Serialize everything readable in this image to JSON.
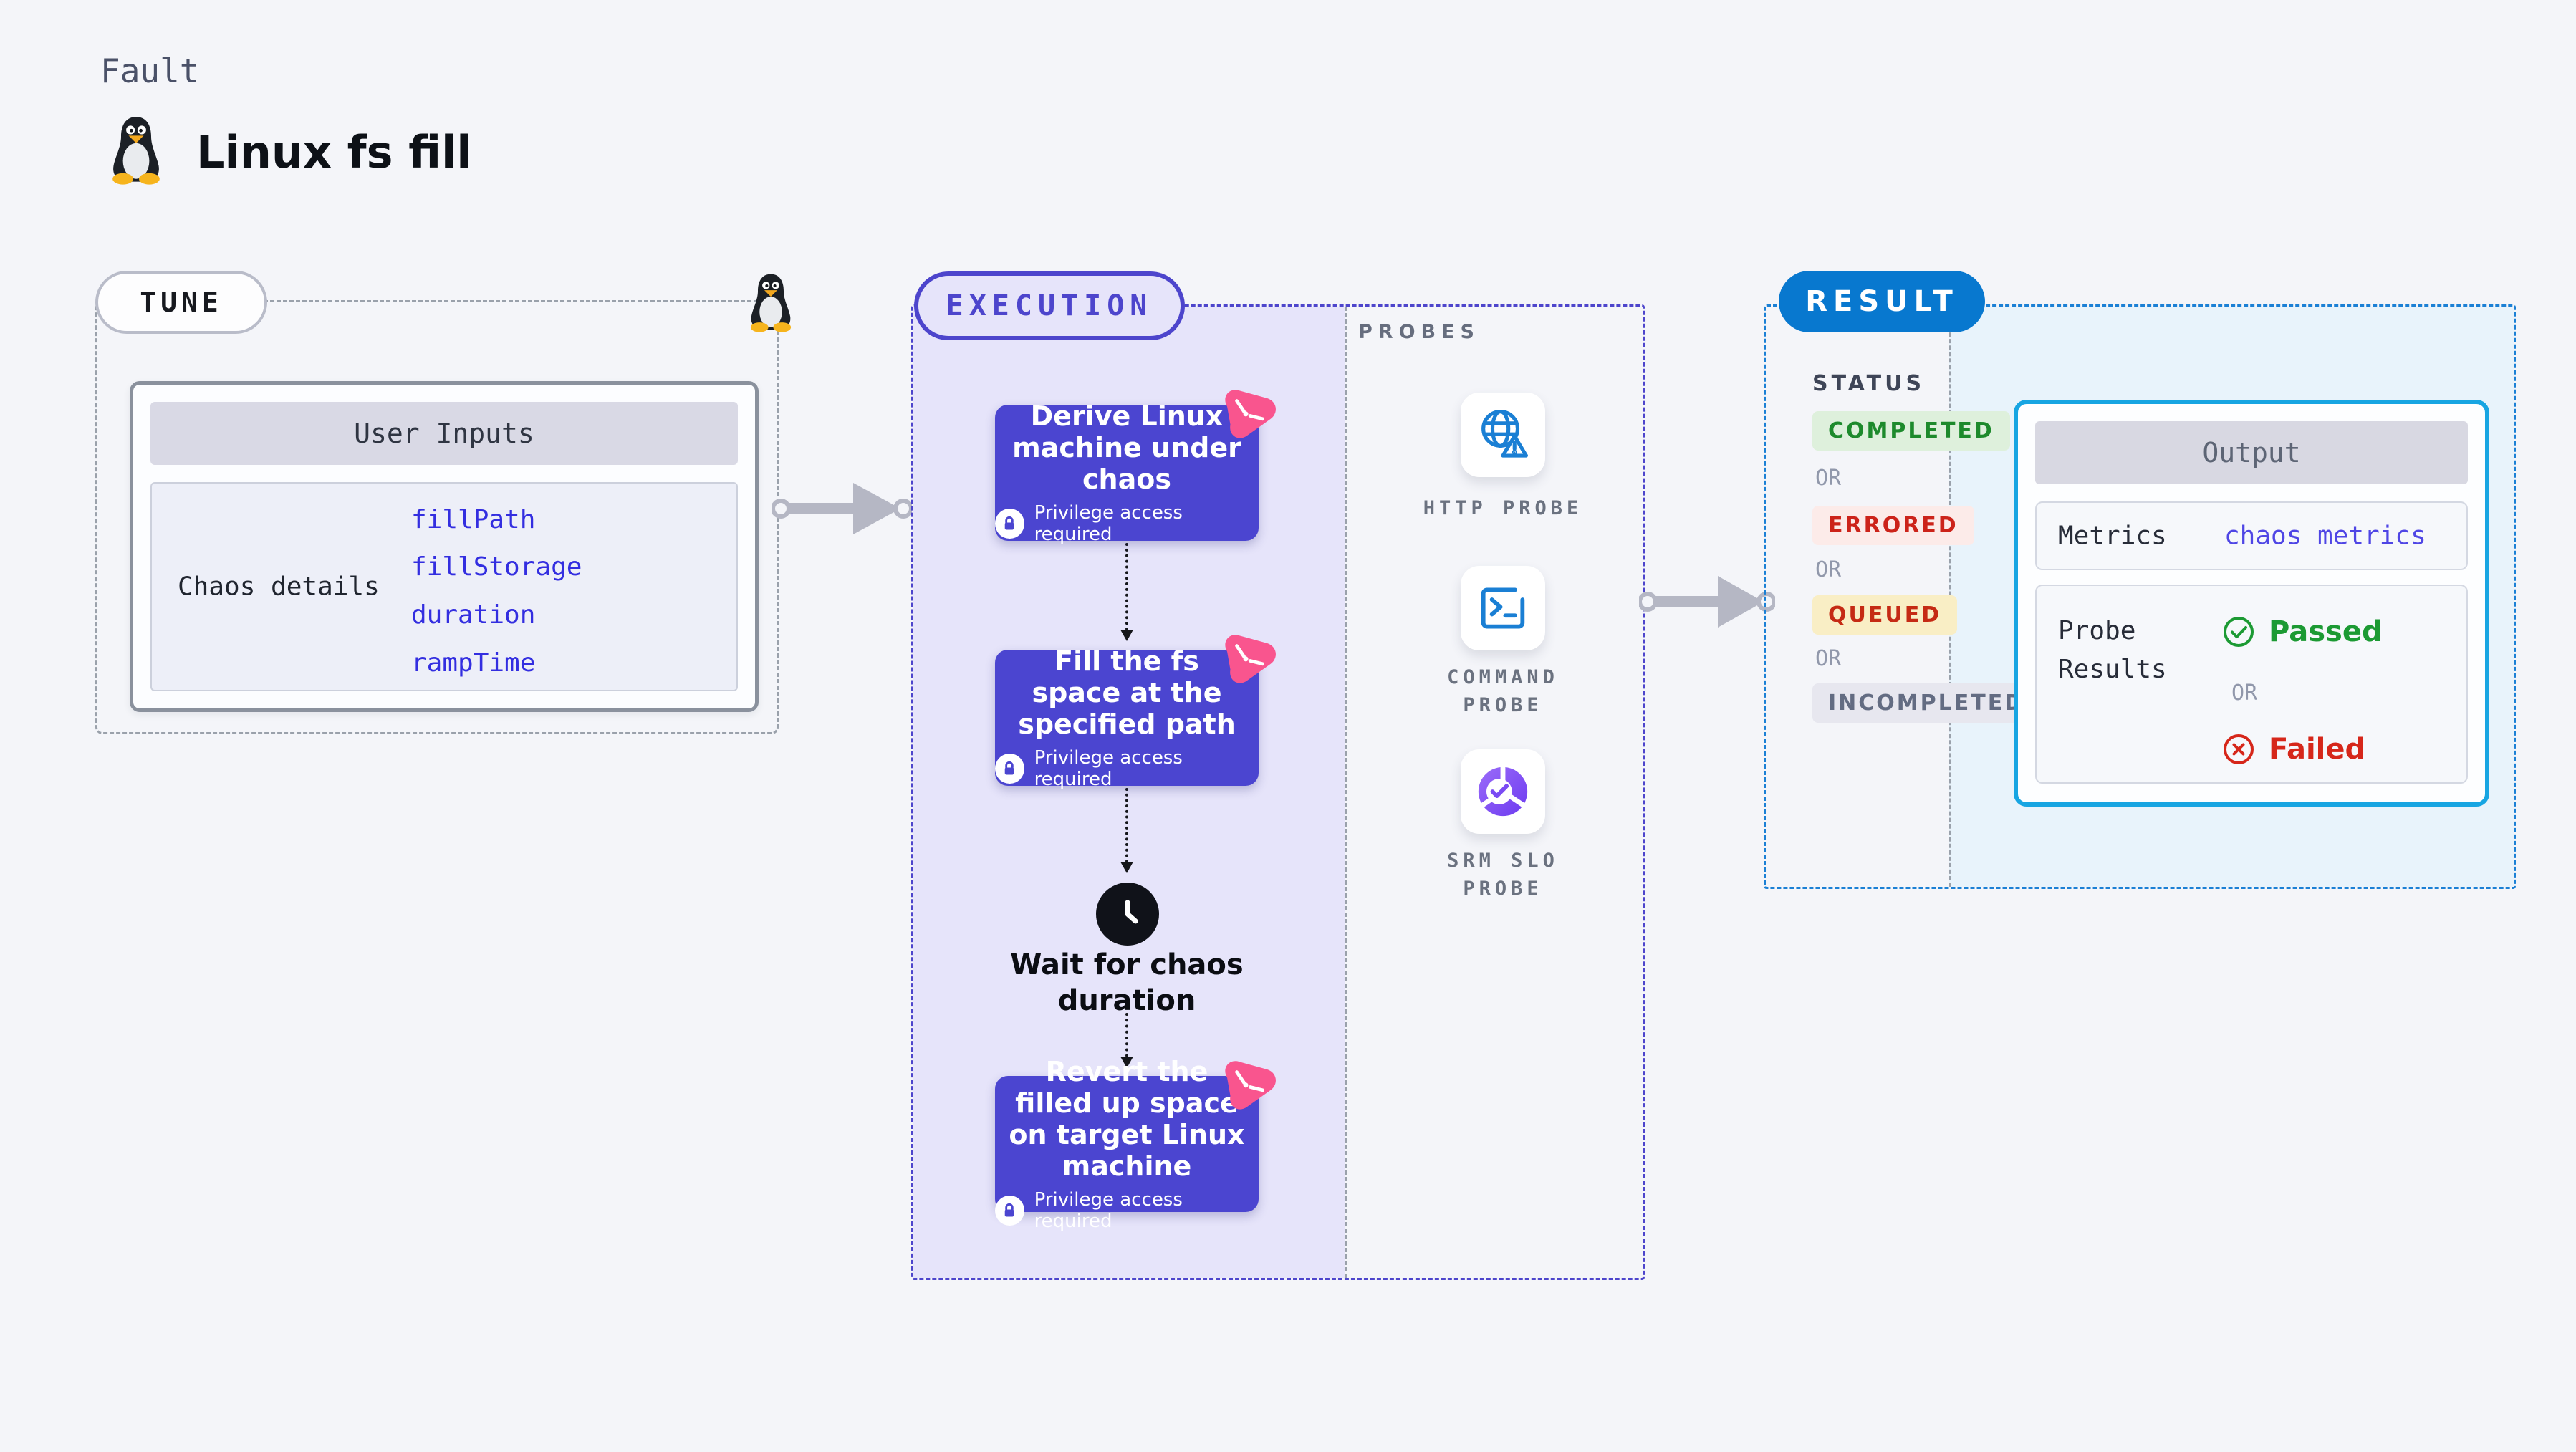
{
  "page": {
    "kicker": "Fault",
    "title": "Linux fs fill"
  },
  "tune": {
    "badge": "TUNE",
    "user_inputs": {
      "title": "User Inputs",
      "group_label": "Chaos details",
      "params": [
        "fillPath",
        "fillStorage",
        "duration",
        "rampTime"
      ]
    }
  },
  "execution": {
    "badge": "EXECUTION",
    "steps": [
      {
        "title": "Derive Linux machine under chaos",
        "note": "Privilege access required"
      },
      {
        "title": "Fill the fs space at the specified path",
        "note": "Privilege access required"
      },
      {
        "title": "Revert the filled up space on target Linux machine",
        "note": "Privilege access required"
      }
    ],
    "wait": "Wait for chaos duration"
  },
  "probes": {
    "label": "PROBES",
    "items": [
      {
        "label": "HTTP PROBE"
      },
      {
        "label": "COMMAND PROBE"
      },
      {
        "label": "SRM SLO PROBE"
      }
    ]
  },
  "result": {
    "badge": "RESULT",
    "status_label": "STATUS",
    "or": "OR",
    "statuses": [
      {
        "label": "COMPLETED"
      },
      {
        "label": "ERRORED"
      },
      {
        "label": "QUEUED"
      },
      {
        "label": "INCOMPLETED"
      }
    ],
    "output": {
      "title": "Output",
      "metrics_label": "Metrics",
      "metrics_value": "chaos metrics",
      "probe_results_label": "Probe Results",
      "passed": "Passed",
      "failed": "Failed"
    }
  },
  "colors": {
    "page_bg": "#f4f5f9",
    "indigo": "#4d45cc",
    "step_bg": "#4b45d0",
    "execution_fill": "#e6e4fa",
    "pink_accent": "#f9558e",
    "probe_blue": "#1a7fd4",
    "result_blue": "#0878cf",
    "output_border": "#17a5e2",
    "result_fill": "#e8f3fb",
    "success_green": "#1d8a2c",
    "error_red": "#cc231a",
    "queued_bg": "#f9eec5",
    "muted_gray": "#636c82",
    "param_blue": "#332ee0",
    "link_indigo": "#4f46e5",
    "arrow_gray": "#b5b7c4"
  }
}
